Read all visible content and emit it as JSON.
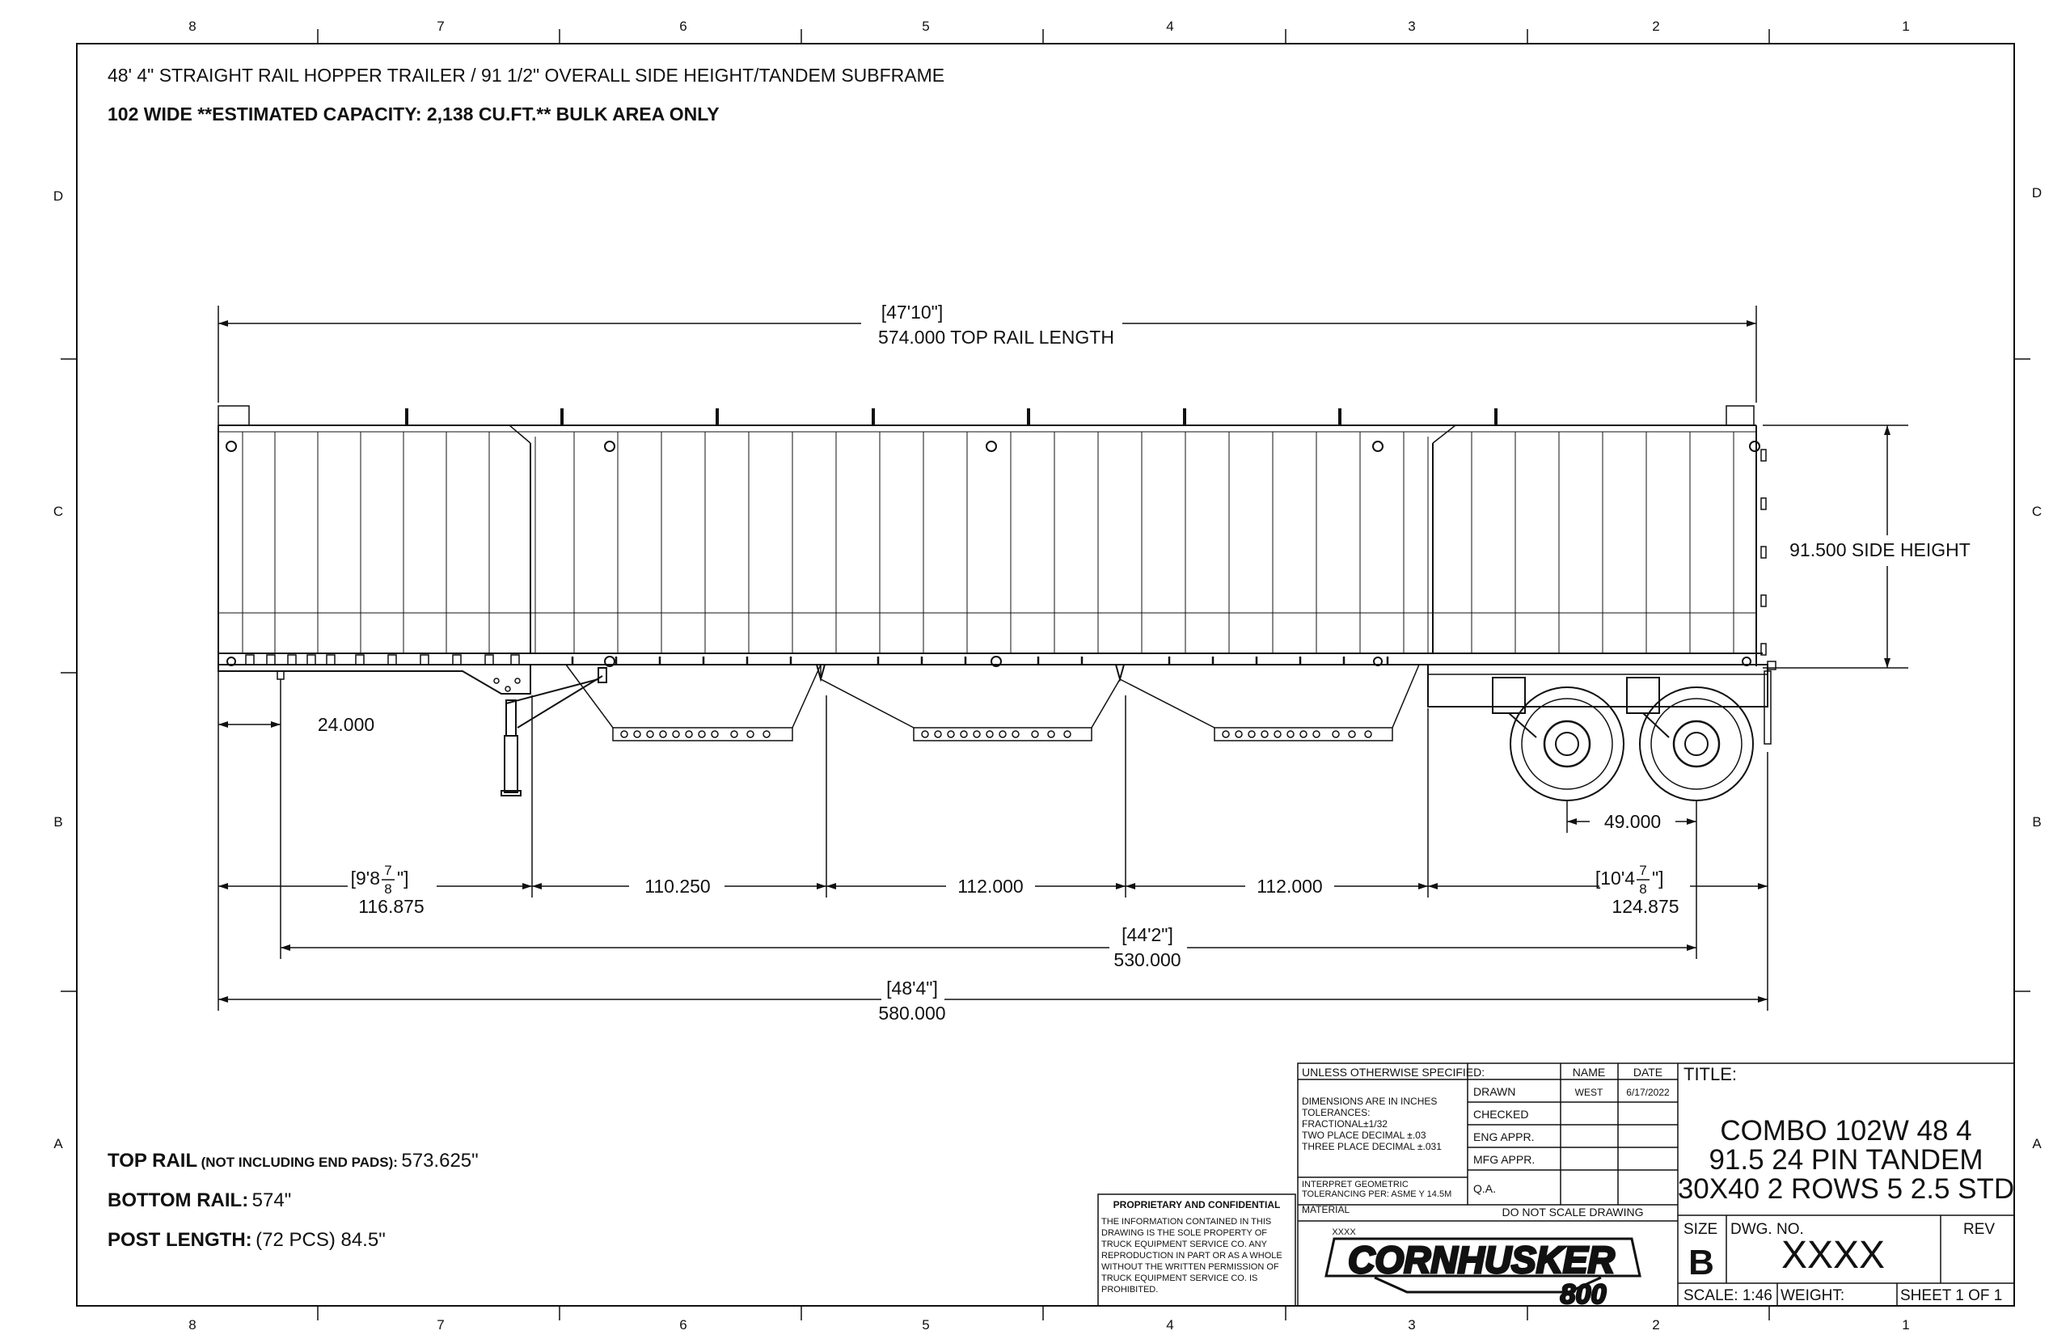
{
  "zones": {
    "columns": [
      "8",
      "7",
      "6",
      "5",
      "4",
      "3",
      "2",
      "1"
    ],
    "rows": [
      "D",
      "C",
      "B",
      "A"
    ]
  },
  "header": {
    "line1": "48' 4\" STRAIGHT RAIL HOPPER TRAILER / 91 1/2\" OVERALL SIDE HEIGHT/TANDEM SUBFRAME",
    "line2": "102 WIDE   **ESTIMATED CAPACITY: 2,138 CU.FT.** BULK AREA ONLY"
  },
  "dimensions": {
    "top_rail_imperial": "[47'10\"]",
    "top_rail": "574.000 TOP RAIL LENGTH",
    "side_height": "91.500 SIDE HEIGHT",
    "kingpin": "24.000",
    "axle_spread": "49.000",
    "front_imperial": "[9'8",
    "front_frac_num": "7",
    "front_frac_den": "8",
    "front_close": "\"]",
    "front": "116.875",
    "hopper_1": "110.250",
    "hopper_2": "112.000",
    "hopper_3": "112.000",
    "rear_imperial": "[10'4",
    "rear_frac_num": "7",
    "rear_frac_den": "8",
    "rear_close": "\"]",
    "rear": "124.875",
    "kingpin_to_axle_imperial": "[44'2\"]",
    "kingpin_to_axle": "530.000",
    "overall_imperial": "[48'4\"]",
    "overall": "580.000"
  },
  "notes": {
    "top_rail_label": "TOP RAIL",
    "top_rail_qualifier": "(NOT INCLUDING END PADS):",
    "top_rail_value": "573.625\"",
    "bottom_rail_label": "BOTTOM RAIL:",
    "bottom_rail_value": "574\"",
    "post_length_label": "POST LENGTH:",
    "post_length_value": "(72 PCS) 84.5\""
  },
  "proprietary": {
    "heading": "PROPRIETARY AND CONFIDENTIAL",
    "lines": [
      "THE INFORMATION CONTAINED IN THIS",
      "DRAWING IS THE SOLE PROPERTY OF",
      "TRUCK EQUIPMENT SERVICE CO.  ANY",
      "REPRODUCTION IN PART OR AS A WHOLE",
      "WITHOUT THE WRITTEN PERMISSION OF",
      "TRUCK EQUIPMENT SERVICE CO. IS",
      "PROHIBITED."
    ]
  },
  "title_block": {
    "unless": "UNLESS OTHERWISE SPECIFIED:",
    "spec_lines": [
      "DIMENSIONS ARE IN INCHES",
      "TOLERANCES:",
      "FRACTIONAL±1/32",
      "TWO PLACE DECIMAL    ±.03",
      "THREE PLACE DECIMAL  ±.031"
    ],
    "interpret_lines": [
      "INTERPRET GEOMETRIC",
      "TOLERANCING PER: ASME Y 14.5M"
    ],
    "material_label": "MATERIAL",
    "material_value": "XXXX",
    "col_name": "NAME",
    "col_date": "DATE",
    "rows": [
      {
        "label": "DRAWN",
        "name": "WEST",
        "date": "6/17/2022"
      },
      {
        "label": "CHECKED",
        "name": "",
        "date": ""
      },
      {
        "label": "ENG APPR.",
        "name": "",
        "date": ""
      },
      {
        "label": "MFG APPR.",
        "name": "",
        "date": ""
      },
      {
        "label": "Q.A.",
        "name": "",
        "date": ""
      }
    ],
    "do_not_scale": "DO NOT SCALE DRAWING",
    "title_label": "TITLE:",
    "title_lines": [
      "COMBO 102W 48 4",
      "91.5 24 PIN TANDEM",
      "30X40 2 ROWS 5 2.5 STD"
    ],
    "size_label": "SIZE",
    "size": "B",
    "dwg_label": "DWG.  NO.",
    "dwg_no": "XXXX",
    "rev_label": "REV",
    "scale": "SCALE: 1:46",
    "weight": "WEIGHT:",
    "sheet": "SHEET 1 OF 1"
  },
  "logo": {
    "brand": "CORNHUSKER",
    "model": "800"
  }
}
